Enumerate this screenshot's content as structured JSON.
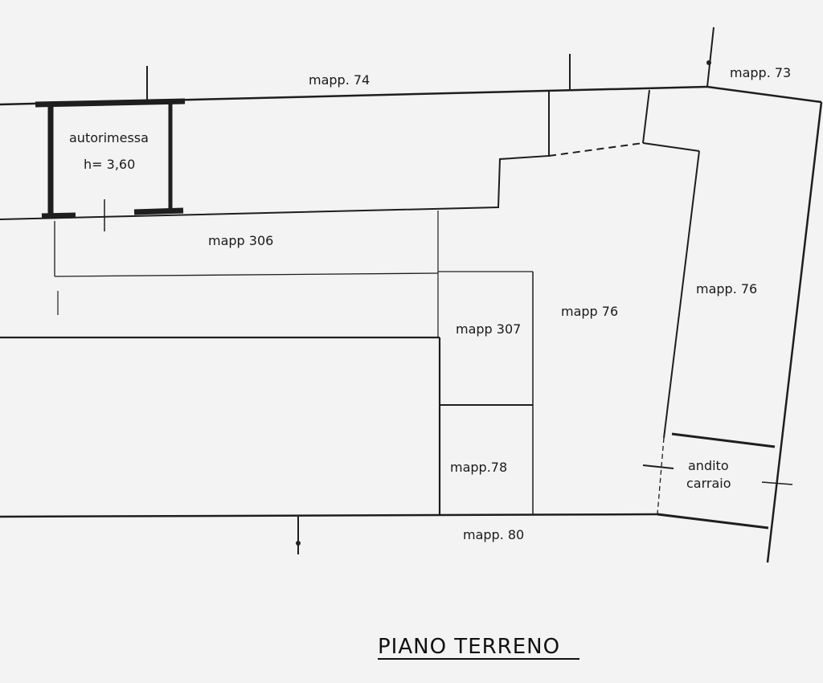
{
  "plan": {
    "title": "PIANO TERRENO",
    "rooms": {
      "autorimessa_name": "autorimessa",
      "autorimessa_height": "h= 3,60",
      "andito_line1": "andito",
      "andito_line2": "carraio"
    },
    "parcels": {
      "mapp_74": "mapp. 74",
      "mapp_73": "mapp. 73",
      "mapp_306": "mapp 306",
      "mapp_76_center": "mapp 76",
      "mapp_76_right": "mapp. 76",
      "mapp_307": "mapp 307",
      "mapp_78": "mapp.78",
      "mapp_80": "mapp. 80"
    }
  }
}
